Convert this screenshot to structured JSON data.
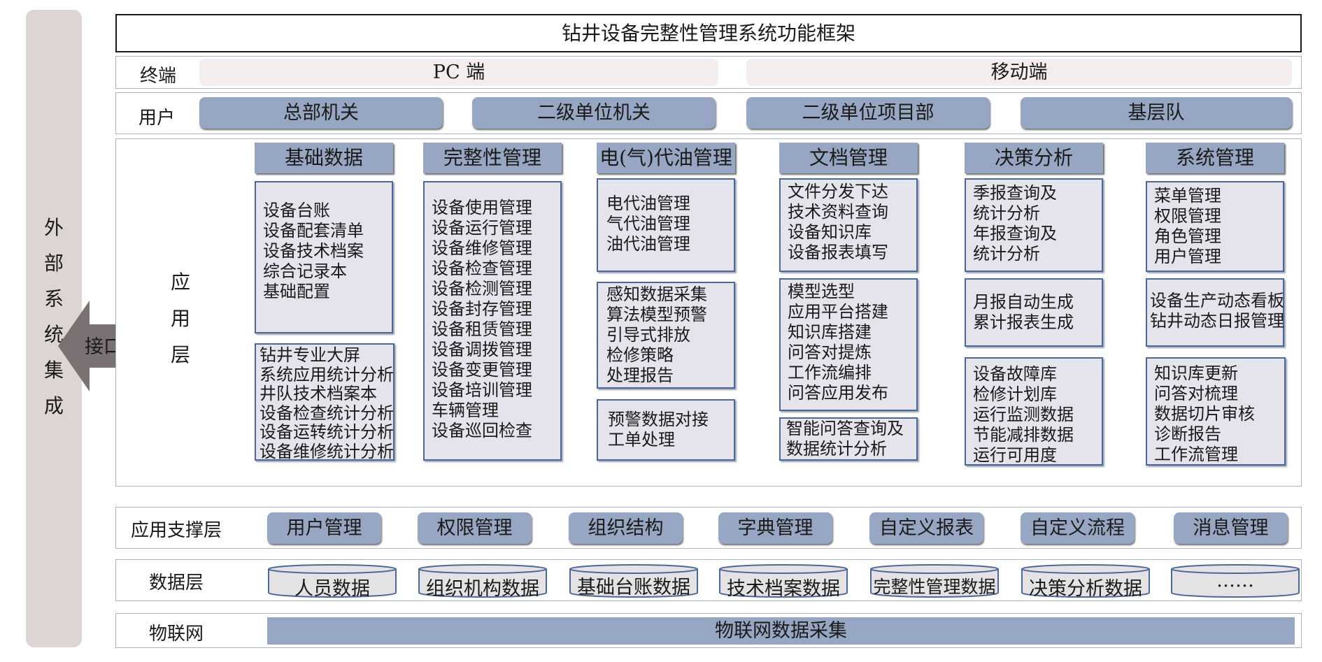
{
  "external": {
    "chars": [
      "外",
      "部",
      "系",
      "统",
      "集",
      "成"
    ]
  },
  "interface_label": "接口",
  "title": "钻井设备完整性管理系统功能框架",
  "terminal": {
    "label": "终端",
    "items": [
      "PC  端",
      "移动端"
    ]
  },
  "users": {
    "label": "用户",
    "items": [
      "总部机关",
      "二级单位机关",
      "二级单位项目部",
      "基层队"
    ]
  },
  "application": {
    "label_chars": [
      "应",
      "用",
      "层"
    ],
    "columns": [
      {
        "header": "基础数据",
        "boxes": [
          [
            "设备台账",
            "设备配套清单",
            "设备技术档案",
            "综合记录本",
            "基础配置"
          ],
          [
            "钻井专业大屏",
            "系统应用统计分析",
            "井队技术档案本",
            "设备检查统计分析",
            "设备运转统计分析",
            "设备维修统计分析"
          ]
        ]
      },
      {
        "header": "完整性管理",
        "boxes": [
          [
            "设备使用管理",
            "设备运行管理",
            "设备维修管理",
            "设备检查管理",
            "设备检测管理",
            "设备封存管理",
            "设备租赁管理",
            "设备调拨管理",
            "设备变更管理",
            "设备培训管理",
            "车辆管理",
            "设备巡回检查"
          ]
        ]
      },
      {
        "header": "电(气)代油管理",
        "boxes": [
          [
            "电代油管理",
            "气代油管理",
            "油代油管理"
          ],
          [
            "感知数据采集",
            "算法模型预警",
            "引导式排放",
            "检修策略",
            "处理报告"
          ],
          [
            "预警数据对接",
            "工单处理"
          ]
        ]
      },
      {
        "header": "文档管理",
        "boxes": [
          [
            "文件分发下达",
            "技术资料查询",
            "设备知识库",
            "设备报表填写"
          ],
          [
            "模型选型",
            "应用平台搭建",
            "知识库搭建",
            "问答对提炼",
            "工作流编排",
            "问答应用发布"
          ],
          [
            "智能问答查询及",
            "数据统计分析"
          ]
        ]
      },
      {
        "header": "决策分析",
        "boxes": [
          [
            "季报查询及",
            "统计分析",
            "年报查询及",
            "统计分析"
          ],
          [
            "月报自动生成",
            "累计报表生成"
          ],
          [
            "设备故障库",
            "检修计划库",
            "运行监测数据",
            "节能减排数据",
            "运行可用度"
          ]
        ]
      },
      {
        "header": "系统管理",
        "boxes": [
          [
            "菜单管理",
            "权限管理",
            "角色管理",
            "用户管理"
          ],
          [
            "设备生产动态看板",
            "钻井动态日报管理"
          ],
          [
            "知识库更新",
            "问答对梳理",
            "数据切片审核",
            "诊断报告",
            "工作流管理"
          ]
        ]
      }
    ]
  },
  "support": {
    "label": "应用支撑层",
    "items": [
      "用户管理",
      "权限管理",
      "组织结构",
      "字典管理",
      "自定义报表",
      "自定义流程",
      "消息管理"
    ]
  },
  "data_layer": {
    "label": "数据层",
    "items": [
      "人员数据",
      "组织机构数据",
      "基础台账数据",
      "技术档案数据",
      "完整性管理数据",
      "决策分析数据",
      "……"
    ]
  },
  "iot": {
    "label": "物联网",
    "bar": "物联网数据采集"
  },
  "colors": {
    "blue_box": "#97a6c2",
    "light_box": "#f4eded",
    "border_blue": "#4b6896",
    "box_fill": "#e5e4ec",
    "side_bar": "#ddd4d4",
    "arrow": "#7a7272"
  }
}
